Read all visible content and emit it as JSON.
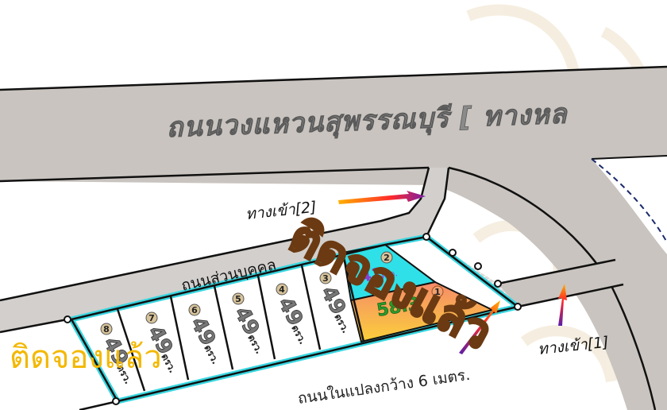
{
  "map": {
    "main_road_label": "ถนนวงแหวนสุพรรณบุรี [ ทางหล",
    "private_road_label": "ถนนส่วนบุคคล",
    "inner_road_label": "ถนนในแปลงกว้าง 6 เมตร.",
    "entrances": [
      {
        "id": "1",
        "label": "ทางเข้า[1]"
      },
      {
        "id": "2",
        "label": "ทางเข้า[2]"
      }
    ],
    "lots": [
      {
        "number": "8",
        "area": "49",
        "unit": "ตรว.",
        "status": "booked"
      },
      {
        "number": "7",
        "area": "49",
        "unit": "ตรว.",
        "status": "booked"
      },
      {
        "number": "6",
        "area": "49",
        "unit": "ตรว."
      },
      {
        "number": "5",
        "area": "49",
        "unit": "ตรว."
      },
      {
        "number": "4",
        "area": "49",
        "unit": "ตรว."
      },
      {
        "number": "3",
        "area": "49",
        "unit": "ตรว."
      },
      {
        "number": "2",
        "area": "41",
        "unit": "ตรว.",
        "color": "#2fe0e8"
      },
      {
        "number": "1",
        "area": "58.3",
        "unit": "ตรว.",
        "color": "#f6a96b"
      }
    ],
    "stamps": {
      "center_brown": "ติดจองแล้ว",
      "left_yellow": "ติดจองแล้ว"
    },
    "colors": {
      "road": "#c9c4bf",
      "lot_outline": "#38d6e0",
      "lot2_fill": "#2fe0e8",
      "lot1_fill": "#f6a96b",
      "stamp_brown": "#6b3a12",
      "stamp_yellow": "#f3b800"
    }
  }
}
